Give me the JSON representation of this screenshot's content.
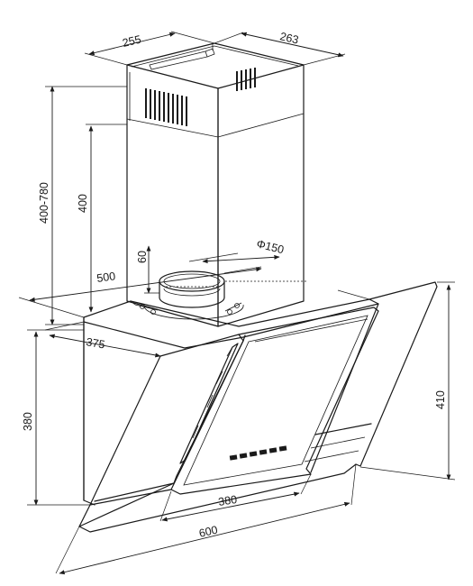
{
  "dimensions": {
    "chimney_width": "255",
    "chimney_depth": "263",
    "chimney_height_range": "400-780",
    "chimney_height": "400",
    "outlet_height": "60",
    "outlet_diameter": "Φ150",
    "body_depth": "500",
    "panel_depth": "375",
    "body_height": "380",
    "glass_height": "410",
    "control_width": "380",
    "total_width": "600"
  }
}
